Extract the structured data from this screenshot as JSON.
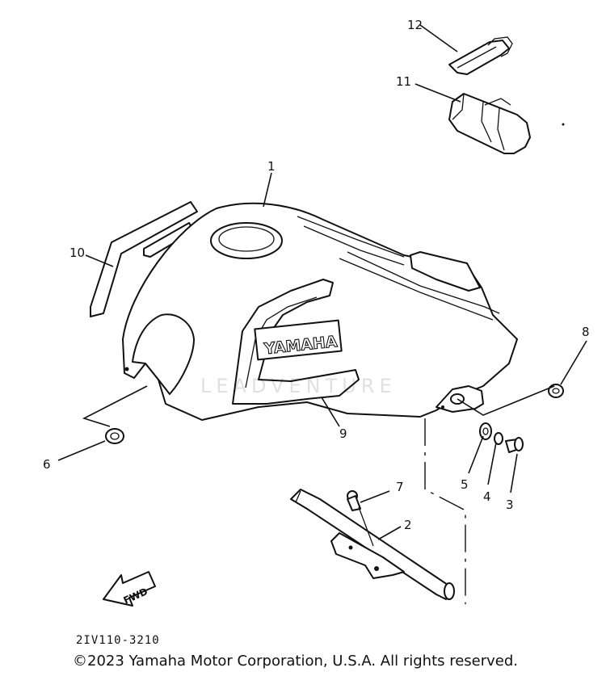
{
  "diagram": {
    "callouts": [
      {
        "id": "callout-1",
        "label": "1"
      },
      {
        "id": "callout-2",
        "label": "2"
      },
      {
        "id": "callout-3",
        "label": "3"
      },
      {
        "id": "callout-4",
        "label": "4"
      },
      {
        "id": "callout-5",
        "label": "5"
      },
      {
        "id": "callout-6",
        "label": "6"
      },
      {
        "id": "callout-7",
        "label": "7"
      },
      {
        "id": "callout-8",
        "label": "8"
      },
      {
        "id": "callout-9",
        "label": "9"
      },
      {
        "id": "callout-10",
        "label": "10"
      },
      {
        "id": "callout-11",
        "label": "11"
      },
      {
        "id": "callout-12",
        "label": "12"
      }
    ],
    "tank_emblem": "YAMAHA",
    "fwd_arrow": "FWD",
    "part_code": "2IV110-3210",
    "watermark": "LEADVENTURE"
  },
  "footer": {
    "copyright": "©2023 Yamaha Motor Corporation, U.S.A. All rights reserved."
  }
}
